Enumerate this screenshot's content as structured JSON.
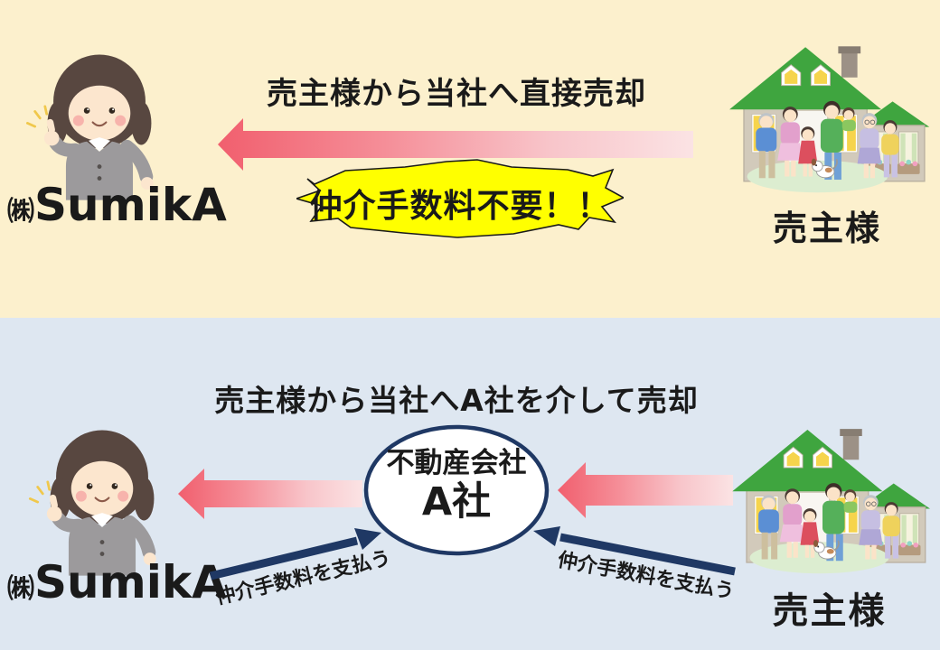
{
  "colors": {
    "top_background": "#FCF0CD",
    "bottom_background": "#DEE7F1",
    "arrow_pink_strong": "#F15F6E",
    "arrow_pink_light": "#FBE3E4",
    "burst_fill": "#FFFF00",
    "burst_border": "#1A1A1A",
    "navy_arrow": "#1F3864",
    "oval_border": "#1F3864",
    "oval_fill": "#FFFFFF",
    "text": "#1A1A1A"
  },
  "top": {
    "title": "売主様から当社へ直接売却",
    "company_prefix": "㈱",
    "company_name": "SumikA",
    "burst_label": "仲介手数料不要！！",
    "seller_label": "売主様"
  },
  "bottom": {
    "title": "売主様から当社へA社を介して売却",
    "company_prefix": "㈱",
    "company_name": "SumikA",
    "intermediary_line1": "不動産会社",
    "intermediary_line2": "A社",
    "fee_label_left": "仲介手数料を支払う",
    "fee_label_right": "仲介手数料を支払う",
    "seller_label": "売主様"
  }
}
